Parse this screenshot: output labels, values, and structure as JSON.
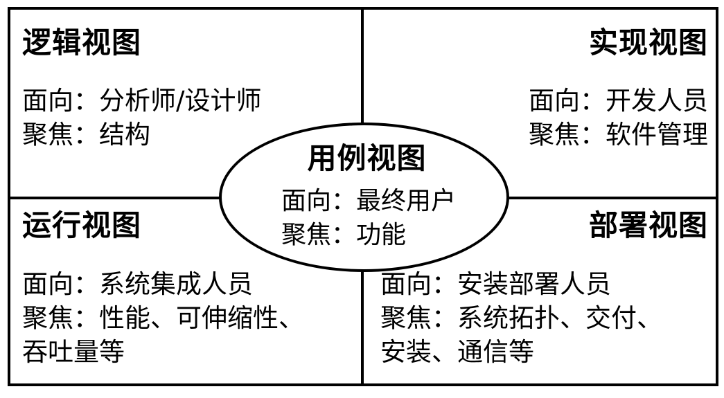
{
  "diagram": {
    "title_text": "用例视图",
    "center": {
      "name": "用例视图",
      "audience_line": "面向：最终用户",
      "focus_line": "聚焦：功能"
    },
    "quadrants": {
      "top_left": {
        "name": "逻辑视图",
        "lines": [
          "面向：分析师/设计师",
          "聚焦：结构"
        ]
      },
      "top_right": {
        "name": "实现视图",
        "lines": [
          "面向：开发人员",
          "聚焦：软件管理"
        ]
      },
      "bottom_left": {
        "name": "运行视图",
        "lines": [
          "面向：系统集成人员",
          "聚焦：性能、可伸缩性、",
          "吞吐量等"
        ]
      },
      "bottom_right": {
        "name": "部署视图",
        "lines": [
          "面向：安装部署人员",
          "聚焦：系统拓扑、交付、",
          "安装、通信等"
        ]
      }
    },
    "colors": {
      "stroke": "#000000",
      "background": "#ffffff",
      "text": "#000000"
    }
  }
}
